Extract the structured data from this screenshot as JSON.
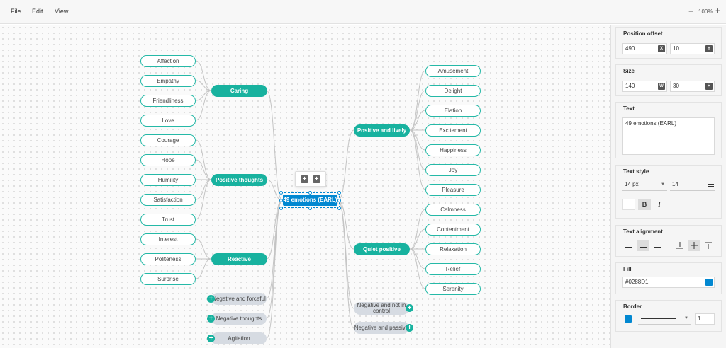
{
  "menu": {
    "file": "File",
    "edit": "Edit",
    "view": "View"
  },
  "zoom": {
    "minus": "−",
    "value": "100%",
    "plus": "+"
  },
  "mindmap": {
    "root": "49 emotions (EARL)",
    "toolbar": {
      "add": "+"
    },
    "expand": "+",
    "left": {
      "caring": {
        "label": "Caring",
        "items": [
          "Affection",
          "Empathy",
          "Friendliness",
          "Love"
        ]
      },
      "positive_thoughts": {
        "label": "Positive thoughts",
        "items": [
          "Courage",
          "Hope",
          "Humility",
          "Satisfaction",
          "Trust"
        ]
      },
      "reactive": {
        "label": "Reactive",
        "items": [
          "Interest",
          "Politeness",
          "Surprise"
        ]
      },
      "collapsed": [
        "Negative and forceful",
        "Negative thoughts",
        "Agitation"
      ]
    },
    "right": {
      "positive_lively": {
        "label": "Positive and lively",
        "items": [
          "Amusement",
          "Delight",
          "Elation",
          "Excitement",
          "Happiness",
          "Joy",
          "Pleasure"
        ]
      },
      "quiet_positive": {
        "label": "Quiet positive",
        "items": [
          "Calmness",
          "Contentment",
          "Relaxation",
          "Relief",
          "Serenity"
        ]
      },
      "collapsed": [
        "Negative and not in control",
        "Negative and passive"
      ]
    }
  },
  "panel": {
    "position": {
      "title": "Position offset",
      "x": "490",
      "x_unit": "X",
      "y": "10",
      "y_unit": "Y"
    },
    "size": {
      "title": "Size",
      "w": "140",
      "w_unit": "W",
      "h": "30",
      "h_unit": "H"
    },
    "text": {
      "title": "Text",
      "value": "49 emotions (EARL)"
    },
    "text_style": {
      "title": "Text style",
      "font_size": "14 px",
      "line_height": "14",
      "bold": "B",
      "italic": "I"
    },
    "text_alignment": {
      "title": "Text alignment"
    },
    "fill": {
      "title": "Fill",
      "value": "#0288D1",
      "color": "#0288D1"
    },
    "border": {
      "title": "Border",
      "width": "1",
      "color": "#0288D1"
    }
  },
  "colors": {
    "accent": "#18B29F",
    "selection": "#0288D1",
    "collapsed": "#D6DBE2"
  }
}
